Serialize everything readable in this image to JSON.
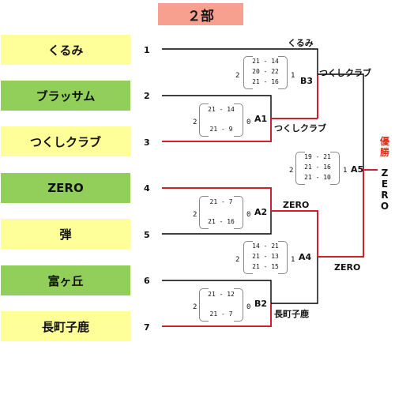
{
  "title": "２部",
  "teams": [
    {
      "seed": "1",
      "name": "くるみ",
      "color": "yellow"
    },
    {
      "seed": "2",
      "name": "ブラッサム",
      "color": "green"
    },
    {
      "seed": "3",
      "name": "つくしクラブ",
      "color": "yellow"
    },
    {
      "seed": "4",
      "name": "ZERO",
      "color": "green"
    },
    {
      "seed": "5",
      "name": "弾",
      "color": "yellow"
    },
    {
      "seed": "6",
      "name": "富ヶ丘",
      "color": "green"
    },
    {
      "seed": "7",
      "name": "長町子鹿",
      "color": "yellow"
    }
  ],
  "matches": {
    "A1": {
      "id": "A1",
      "sets_left": "2",
      "sets_right": "0",
      "games": [
        "21 - 14",
        "21 - 9"
      ],
      "winner": "つくしクラブ"
    },
    "A2": {
      "id": "A2",
      "sets_left": "2",
      "sets_right": "0",
      "games": [
        "21 - 7",
        "21 - 16"
      ],
      "winner": "ZERO"
    },
    "B2": {
      "id": "B2",
      "sets_left": "2",
      "sets_right": "0",
      "games": [
        "21 - 12",
        "21 - 7"
      ],
      "winner": "長町子鹿"
    },
    "B3": {
      "id": "B3",
      "sets_left": "2",
      "sets_right": "1",
      "games": [
        "21 - 14",
        "20 - 22",
        "21 - 16"
      ],
      "winner": "つくしクラブ"
    },
    "A4": {
      "id": "A4",
      "sets_left": "2",
      "sets_right": "1",
      "games": [
        "14 - 21",
        "21 - 13",
        "21 - 15"
      ],
      "winner": "ZERO"
    },
    "A5": {
      "id": "A5",
      "sets_left": "2",
      "sets_right": "1",
      "games": [
        "19 - 21",
        "21 - 16",
        "21 - 10"
      ],
      "winner": "ZERO"
    }
  },
  "top_label": "くるみ",
  "champion_label": [
    "優",
    "勝"
  ],
  "champion_name": [
    "Z",
    "E",
    "R",
    "O"
  ],
  "colors": {
    "winner_line": "#d0202a",
    "loser_line": "#000000",
    "title_bg": "#f8a090",
    "yellow": "#ffff99",
    "green": "#92cf5a"
  }
}
